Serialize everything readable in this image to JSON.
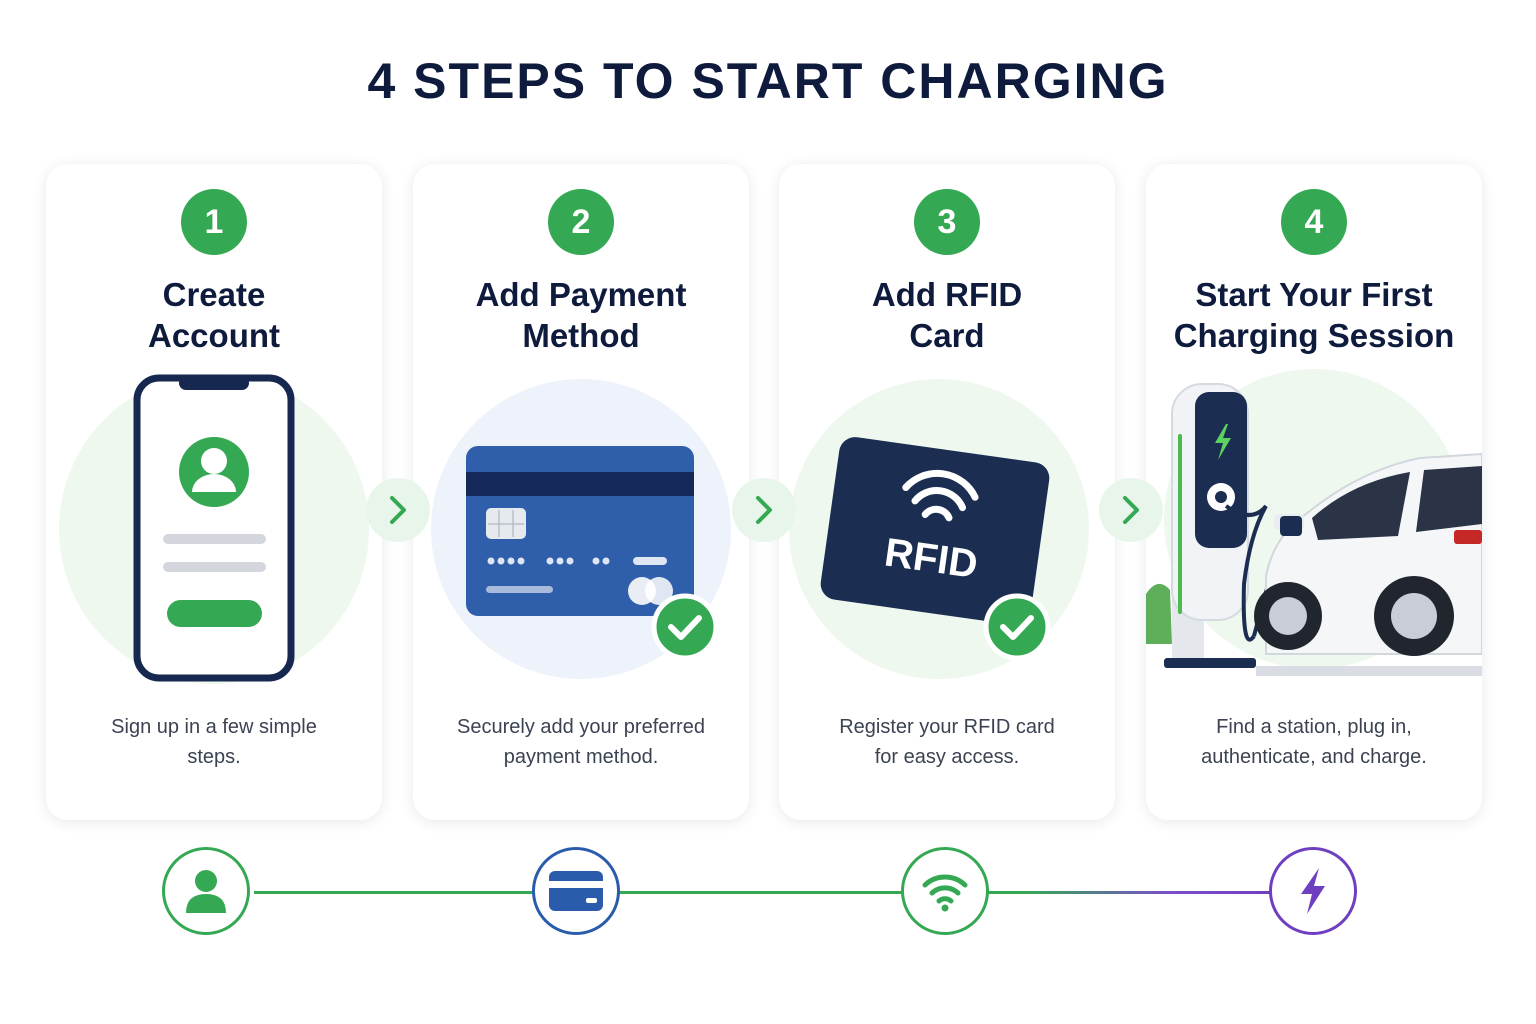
{
  "title": "4 STEPS TO START CHARGING",
  "steps": [
    {
      "number": "1",
      "title": "Create\nAccount",
      "description": "Sign up in a few simple\nsteps."
    },
    {
      "number": "2",
      "title": "Add Payment\nMethod",
      "description": "Securely add your preferred\npayment method."
    },
    {
      "number": "3",
      "title": "Add RFID\nCard",
      "description": "Register your RFID card\nfor easy access."
    },
    {
      "number": "4",
      "title": "Start Your First\nCharging Session",
      "description": "Find a station, plug in,\nauthenticate, and charge."
    }
  ],
  "rfid_card_text": "RFID",
  "timeline": [
    {
      "icon": "user-icon",
      "color": "#34a853"
    },
    {
      "icon": "credit-card-icon",
      "color": "#2b5cab"
    },
    {
      "icon": "wifi-icon",
      "color": "#34a853"
    },
    {
      "icon": "lightning-icon",
      "color": "#6f3fc1"
    }
  ],
  "colors": {
    "accent_green": "#34a853",
    "card_blue": "#2b5cab",
    "navy": "#0f1b3d",
    "purple": "#6f3fc1"
  }
}
